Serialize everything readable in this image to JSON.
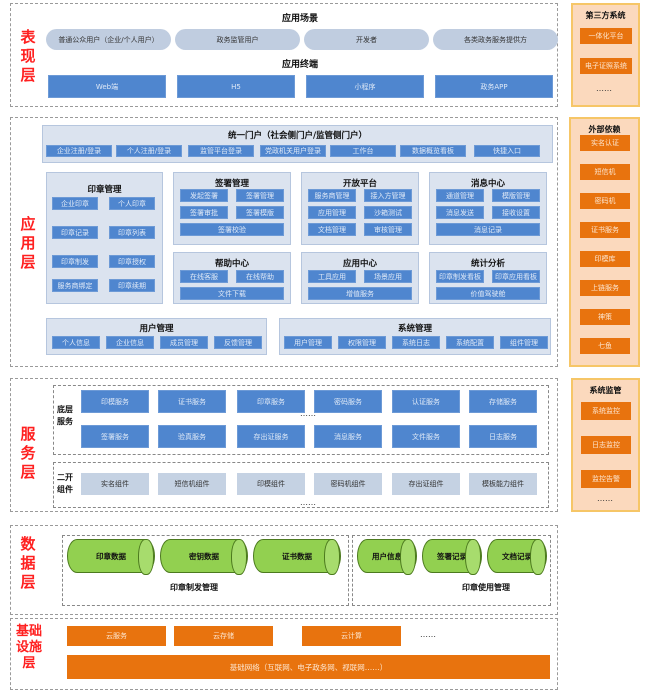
{
  "presentation": {
    "label": "表现层",
    "scene_title": "应用场景",
    "scenes": [
      "普通公众用户（企业/个人用户）",
      "政务监管用户",
      "开发者",
      "各类政务服务提供方"
    ],
    "terminal_title": "应用终端",
    "terminals": [
      "Web端",
      "H5",
      "小程序",
      "政务APP"
    ]
  },
  "third_party": {
    "title": "第三方系统",
    "items": [
      "一体化平台",
      "电子证照系统"
    ],
    "more": "……"
  },
  "application": {
    "label": "应用层",
    "portal": {
      "title": "统一门户（社会侧门户/监管侧门户）",
      "items": [
        "企业注册/登录",
        "个人注册/登录",
        "监管平台登录",
        "党政机关用户登录",
        "工作台",
        "数据概览看板",
        "快捷入口"
      ]
    },
    "seal": {
      "title": "印章管理",
      "items": [
        "企业印章",
        "个人印章",
        "印章记录",
        "印章列表",
        "印章制发",
        "印章授权",
        "服务商绑定",
        "印章续期"
      ]
    },
    "sign": {
      "title": "签署管理",
      "items": [
        "发起签署",
        "签署管理",
        "签署审批",
        "签署模版",
        "签署校验"
      ]
    },
    "open": {
      "title": "开放平台",
      "items": [
        "服务商管理",
        "接入方管理",
        "应用管理",
        "沙箱测试",
        "文档管理",
        "审核管理"
      ]
    },
    "message": {
      "title": "消息中心",
      "items": [
        "通道管理",
        "模版管理",
        "消息发送",
        "接收设置",
        "消息记录"
      ]
    },
    "help": {
      "title": "帮助中心",
      "items": [
        "在线客服",
        "在线帮助",
        "文件下载"
      ]
    },
    "appcenter": {
      "title": "应用中心",
      "items": [
        "工具应用",
        "场景应用",
        "增值服务"
      ]
    },
    "stats": {
      "title": "统计分析",
      "items": [
        "印章制发看板",
        "印章应用看板",
        "价值驾驶舱"
      ]
    },
    "user": {
      "title": "用户管理",
      "items": [
        "个人信息",
        "企业信息",
        "成员管理",
        "反馈管理"
      ]
    },
    "system": {
      "title": "系统管理",
      "items": [
        "用户管理",
        "权限管理",
        "系统日志",
        "系统配置",
        "组件管理"
      ]
    }
  },
  "external": {
    "title": "外部依赖",
    "items": [
      "实名认证",
      "短信机",
      "密码机",
      "证书服务",
      "印模库",
      "上链服务",
      "神策",
      "七鱼"
    ]
  },
  "service": {
    "label": "服务层",
    "base_label": "底层服务",
    "base": [
      "印模服务",
      "证书服务",
      "印章服务",
      "密码服务",
      "认证服务",
      "存储服务",
      "签署服务",
      "验真服务",
      "存出证服务",
      "消息服务",
      "文件服务",
      "日志服务"
    ],
    "comp_label": "二开组件",
    "components": [
      "实名组件",
      "短信机组件",
      "印模组件",
      "密码机组件",
      "存出证组件",
      "模板能力组件"
    ],
    "more": "……"
  },
  "monitor": {
    "title": "系统监管",
    "items": [
      "系统监控",
      "日志监控",
      "监控告警"
    ],
    "more": "……"
  },
  "data": {
    "label": "数据层",
    "group1": {
      "title": "印章制发管理",
      "items": [
        "印章数据",
        "密钥数据",
        "证书数据"
      ]
    },
    "group2": {
      "title": "印章使用管理",
      "items": [
        "用户信息",
        "签署记录",
        "文档记录"
      ]
    }
  },
  "infra": {
    "label": "基础设施层",
    "items": [
      "云服务",
      "云存储",
      "云计算"
    ],
    "more": "……",
    "network": "基础网络（互联网、电子政务网、视联网……）"
  }
}
